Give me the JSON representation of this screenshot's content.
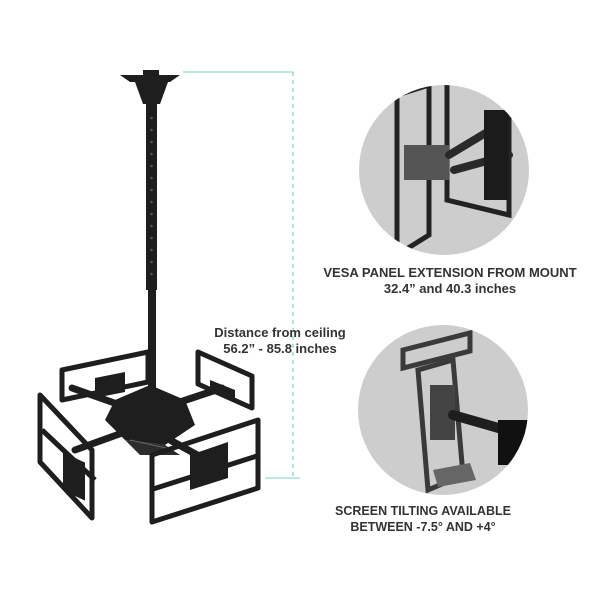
{
  "captions": {
    "vesa_line1": "VESA PANEL EXTENSION FROM MOUNT",
    "vesa_line2": "32.4” and 40.3 inches",
    "ceiling_line1": "Distance from ceiling",
    "ceiling_line2": "56.2” - 85.8 inches",
    "tilt_line1": "SCREEN TILTING AVAILABLE",
    "tilt_line2": "BETWEEN -7.5° AND +4°"
  },
  "colors": {
    "mount_metal": "#1e1e1e",
    "dimension_line": "#7fd0c0",
    "detail_circle": "#cdcdcd",
    "text": "#333333"
  },
  "icons": {
    "product": "quad-tv-ceiling-mount",
    "detail_top": "articulating-arm-closeup",
    "detail_bottom": "tilt-bracket-closeup"
  }
}
